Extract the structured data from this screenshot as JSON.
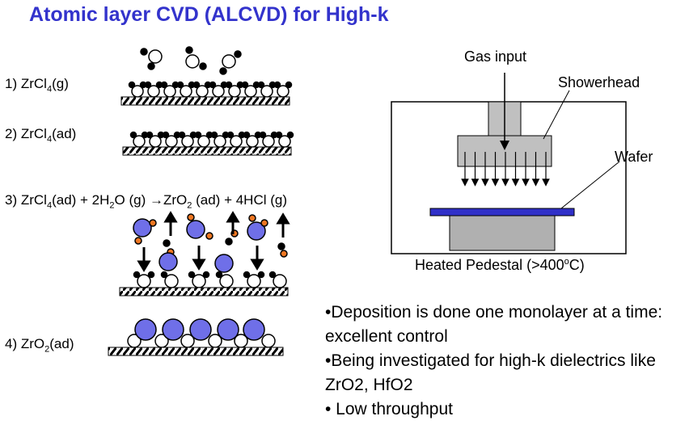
{
  "title": "Atomic layer CVD (ALCVD) for High-k",
  "steps": {
    "s1": {
      "num": "1) ",
      "a": "ZrCl",
      "a_sub": "4",
      "b": "(g)"
    },
    "s2": {
      "num": "2) ",
      "a": "ZrCl",
      "a_sub": "4",
      "b": "(ad)"
    },
    "s3": {
      "num": "3) ",
      "a": "ZrCl",
      "a_sub": "4",
      "b": "(ad) + 2H",
      "b_sub": "2",
      "c": "O (g) →ZrO",
      "c_sub": "2",
      "d": " (ad) + 4HCl (g)"
    },
    "s4": {
      "num": "4) ",
      "a": "ZrO",
      "a_sub": "2",
      "b": "(ad)"
    }
  },
  "reactor": {
    "gas_input": "Gas input",
    "showerhead": "Showerhead",
    "wafer": "Wafer",
    "pedestal_a": "Heated Pedestal (>400",
    "pedestal_sup": "o",
    "pedestal_b": "C)"
  },
  "bullets": [
    "•Deposition is done one monolayer at a time: excellent control",
    "•Being investigated for high-k dielectrics like ZrO2, HfO2",
    "• Low throughput"
  ],
  "colors": {
    "title": "#3333cc",
    "zr_atom": "#6f6fe8",
    "o_atom": "#ee7722",
    "wafer": "#3030c8",
    "showerhead_gray": "#c0c0c0",
    "pedestal_gray": "#b0b0b0"
  }
}
